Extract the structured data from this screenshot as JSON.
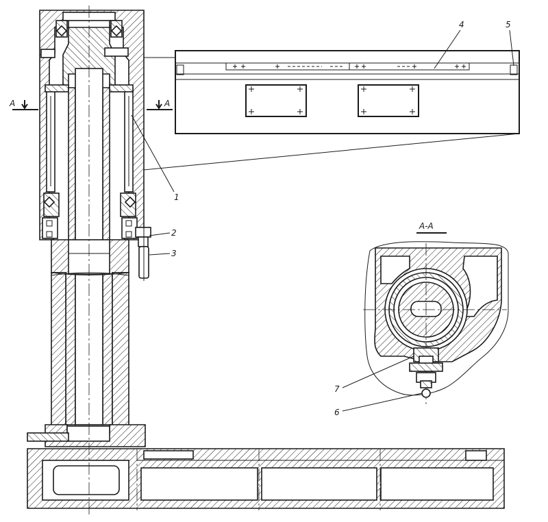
{
  "section_marks": {
    "left": "A",
    "right": "A"
  },
  "section_title": "А-А",
  "callouts": {
    "c1": "1",
    "c2": "2",
    "c3": "3",
    "c4": "4",
    "c5": "5",
    "c6": "6",
    "c7": "7"
  }
}
